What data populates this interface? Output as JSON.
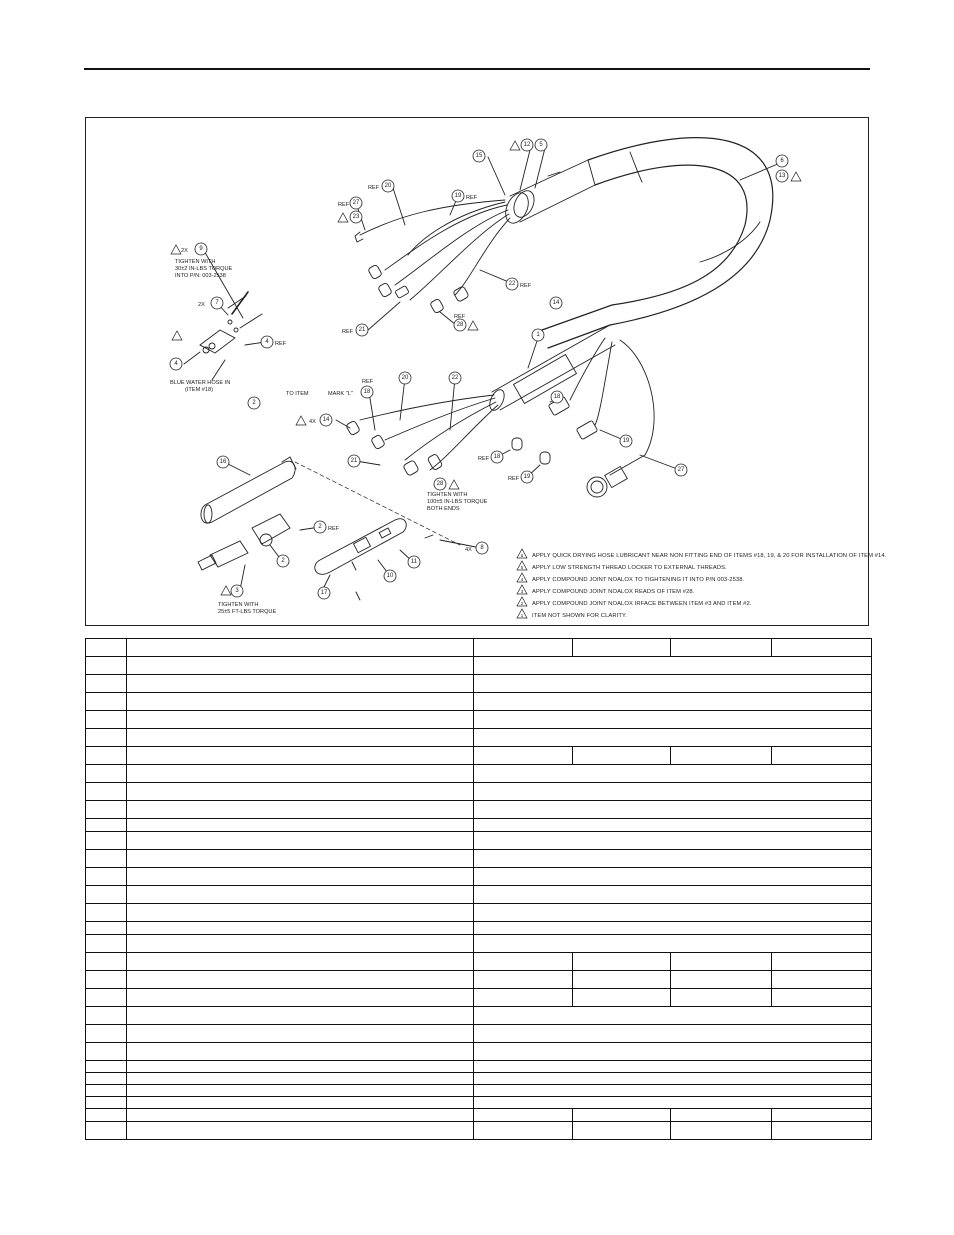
{
  "diagram": {
    "item_bubbles": [
      {
        "num": "1"
      },
      {
        "num": "2"
      },
      {
        "num": "2"
      },
      {
        "num": "2"
      },
      {
        "num": "3"
      },
      {
        "num": "4"
      },
      {
        "num": "4"
      },
      {
        "num": "5"
      },
      {
        "num": "6"
      },
      {
        "num": "7"
      },
      {
        "num": "8"
      },
      {
        "num": "9"
      },
      {
        "num": "10"
      },
      {
        "num": "11"
      },
      {
        "num": "12"
      },
      {
        "num": "13"
      },
      {
        "num": "14"
      },
      {
        "num": "14"
      },
      {
        "num": "15"
      },
      {
        "num": "16"
      },
      {
        "num": "17"
      },
      {
        "num": "18"
      },
      {
        "num": "18"
      },
      {
        "num": "18"
      },
      {
        "num": "19"
      },
      {
        "num": "19"
      },
      {
        "num": "19"
      },
      {
        "num": "20"
      },
      {
        "num": "20"
      },
      {
        "num": "21"
      },
      {
        "num": "21"
      },
      {
        "num": "22"
      },
      {
        "num": "22"
      },
      {
        "num": "23"
      },
      {
        "num": "27"
      },
      {
        "num": "27"
      },
      {
        "num": "28"
      },
      {
        "num": "28"
      }
    ],
    "callout_labels": {
      "ref": "REF",
      "qty_2x": "2X",
      "qty_4x": "4X",
      "torque_9_line1": "TIGHTEN WITH",
      "torque_9_line2": "30±2 IN-LBS TORQUE",
      "torque_9_line3": "INTO P/N: 003-2538",
      "blue_hose_line1": "BLUE WATER HOSE IN",
      "blue_hose_line2": "(ITEM #18)",
      "to_item": "TO ITEM",
      "mark_l": "MARK \"L\"",
      "torque_28_line1": "TIGHTEN WITH",
      "torque_28_line2": "100±5 IN-LBS TORQUE",
      "torque_28_line3": "BOTH ENDS",
      "torque_3_line1": "TIGHTEN WITH",
      "torque_3_line2": "25±5 FT-LBS TORQUE"
    },
    "notes": [
      {
        "flag": "6",
        "text": "APPLY QUICK DRYING HOSE LUBRICANT NEAR NON FITTING END OF ITEMS #18, 19, & 20 FOR INSTALLATION OF ITEM #14."
      },
      {
        "flag": "5",
        "text": "APPLY LOW STRENGTH THREAD LOCKER TO EXTERNAL THREADS."
      },
      {
        "flag": "4",
        "text": "APPLY COMPOUND JOINT NOALOX TO TIGHTENING IT INTO P/N 003-2538."
      },
      {
        "flag": "3",
        "text": "APPLY COMPOUND JOINT NOALOX READS OF ITEM #28."
      },
      {
        "flag": "2",
        "text": "APPLY COMPOUND JOINT NOALOX IRFACE BETWEEN ITEM #3 AND ITEM #2."
      },
      {
        "flag": "1",
        "text": "ITEM NOT SHOWN FOR CLARITY."
      }
    ],
    "colors": {
      "line": "#222222",
      "table_border": "#111111"
    }
  },
  "table": {
    "row_count": 30,
    "rows_with_split_columns": [
      0,
      6,
      18,
      19,
      20,
      28,
      29
    ],
    "rows_merged_with_next": [
      9,
      15,
      27
    ]
  }
}
